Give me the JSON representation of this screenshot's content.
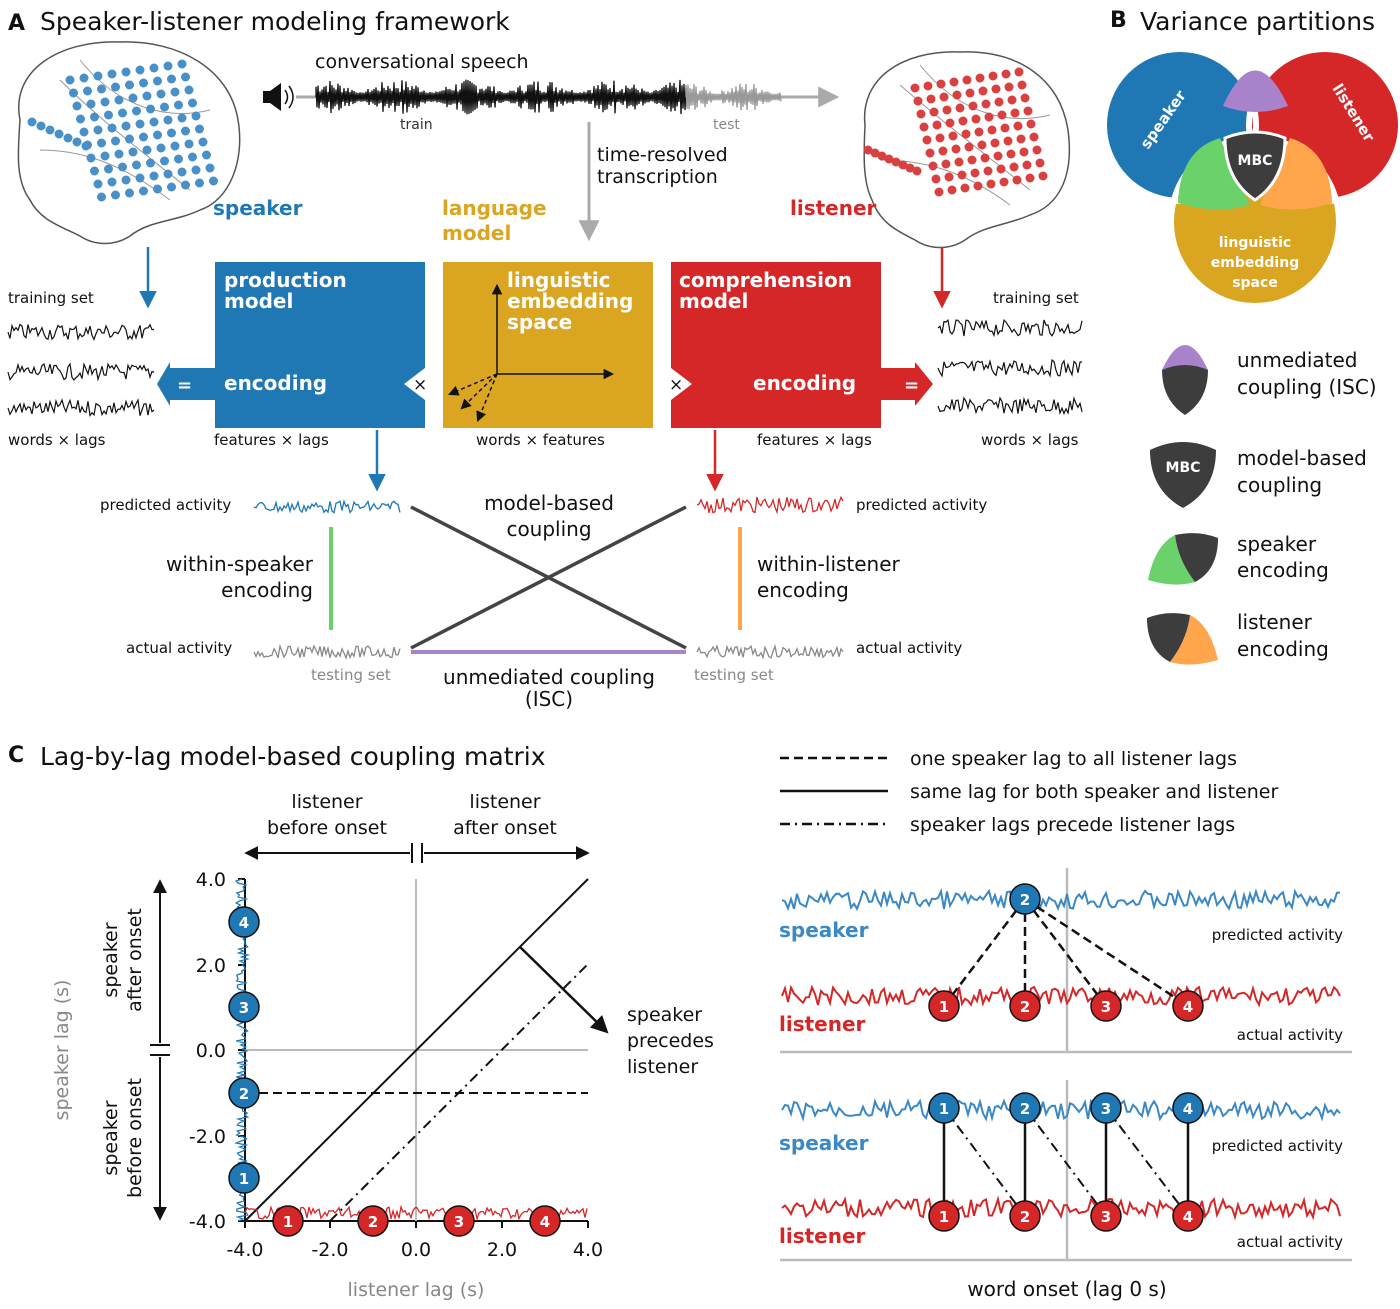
{
  "panelA": {
    "letter": "A",
    "title": "Speaker-listener modeling framework",
    "speech_label": "conversational speech",
    "train_label": "train",
    "test_label": "test",
    "transcription_label_1": "time-resolved",
    "transcription_label_2": "transcription",
    "speaker_label": "speaker",
    "listener_label": "listener",
    "language_model_1": "language",
    "language_model_2": "model",
    "production_1": "production",
    "production_2": "model",
    "linguistic_1": "linguistic",
    "linguistic_2": "embedding",
    "linguistic_3": "space",
    "comprehension_1": "comprehension",
    "comprehension_2": "model",
    "encoding_left": "encoding",
    "encoding_right": "encoding",
    "times_symbol": "×",
    "equals_symbol": "=",
    "training_set_left": "training set",
    "training_set_right": "training set",
    "words_lags_left": "words × lags",
    "features_lags_left": "features × lags",
    "words_features": "words × features",
    "features_lags_right": "features × lags",
    "words_lags_right": "words × lags",
    "predicted_activity_left": "predicted activity",
    "predicted_activity_right": "predicted activity",
    "actual_activity_left": "actual activity",
    "actual_activity_right": "actual activity",
    "testing_set_left": "testing set",
    "testing_set_right": "testing set",
    "within_speaker_1": "within-speaker",
    "within_speaker_2": "encoding",
    "within_listener_1": "within-listener",
    "within_listener_2": "encoding",
    "model_based_1": "model-based",
    "model_based_2": "coupling",
    "unmediated_1": "unmediated coupling",
    "unmediated_2": "(ISC)"
  },
  "panelB": {
    "letter": "B",
    "title": "Variance partitions",
    "venn_speaker": "speaker",
    "venn_listener": "listener",
    "venn_mbc": "MBC",
    "venn_ling_1": "linguistic",
    "venn_ling_2": "embedding",
    "venn_ling_3": "space",
    "legend": [
      {
        "line1": "unmediated",
        "line2": "coupling (ISC)"
      },
      {
        "line1": "model-based",
        "line2": "coupling",
        "icon_text": "MBC"
      },
      {
        "line1": "speaker",
        "line2": "encoding"
      },
      {
        "line1": "listener",
        "line2": "encoding"
      }
    ]
  },
  "panelC": {
    "letter": "C",
    "title": "Lag-by-lag model-based coupling matrix",
    "listener_before_1": "listener",
    "listener_before_2": "before onset",
    "listener_after_1": "listener",
    "listener_after_2": "after onset",
    "speaker_after_1": "speaker",
    "speaker_after_2": "after onset",
    "speaker_before_1": "speaker",
    "speaker_before_2": "before onset",
    "ylabel": "speaker lag (s)",
    "xlabel": "listener lag (s)",
    "ticks": [
      "-4.0",
      "-2.0",
      "0.0",
      "2.0",
      "4.0"
    ],
    "precedes_1": "speaker",
    "precedes_2": "precedes",
    "precedes_3": "listener",
    "legend_dashed": "one speaker lag to all listener lags",
    "legend_solid": "same lag for both speaker and listener",
    "legend_dashdot": "speaker lags precede listener lags",
    "trace_speaker": "speaker",
    "trace_listener": "listener",
    "trace_predicted": "predicted activity",
    "trace_actual": "actual activity",
    "word_onset": "word onset (lag 0 s)",
    "node_labels": [
      "1",
      "2",
      "3",
      "4"
    ]
  },
  "colors": {
    "speaker_blue": "#1f77b4",
    "listener_red": "#d62728",
    "language_gold": "#daa520",
    "isc_purple": "#a982cc",
    "speaker_green": "#6bd26b",
    "listener_orange": "#ffa64d",
    "mbc_dark": "#3d3d3d"
  }
}
